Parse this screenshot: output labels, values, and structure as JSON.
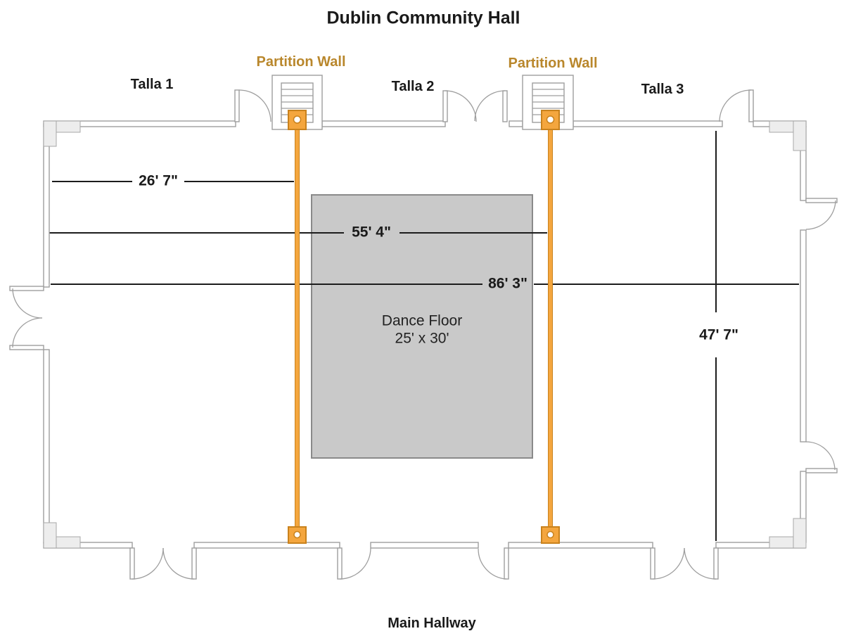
{
  "title": "Dublin Community Hall",
  "rooms": [
    {
      "name": "Talla 1"
    },
    {
      "name": "Talla 2"
    },
    {
      "name": "Talla 3"
    }
  ],
  "partitions": [
    {
      "label": "Partition Wall"
    },
    {
      "label": "Partition Wall"
    }
  ],
  "dance_floor": {
    "label": "Dance Floor",
    "size": "25' x 30'"
  },
  "dimensions": {
    "talla1_width": "26' 7\"",
    "talla1_talla2_width": "55' 4\"",
    "hall_width": "86' 3\"",
    "hall_depth": "47' 7\""
  },
  "hallway_label": "Main Hallway",
  "colors": {
    "partition_fill": "#f4a63e",
    "partition_border": "#c9821d",
    "partition_label": "#b9872c",
    "wall_line": "#9e9e9e",
    "corner_fill": "#ededed",
    "dance_floor_fill": "#c9c9c9",
    "dance_floor_border": "#8a8a8a",
    "dimension_line": "#1c1c1c",
    "text": "#1a1a1a"
  }
}
